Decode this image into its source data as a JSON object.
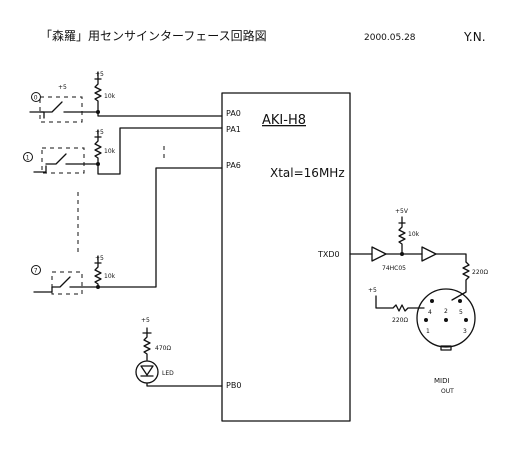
{
  "header": {
    "title": "「森羅」用センサインターフェース回路図",
    "date": "2000.05.28",
    "author": "Y.N."
  },
  "mcu": {
    "name": "AKI-H8",
    "crystal": "Xtal=16MHz",
    "pins": {
      "pa0": "PA0",
      "pa1": "PA1",
      "pa6": "PA6",
      "pb0": "PB0",
      "tx": "TXD0"
    }
  },
  "sensors": {
    "sensor_0": {
      "number": "0",
      "supply": "+5",
      "resistor": "10k"
    },
    "sensor_1": {
      "number": "1",
      "supply": "+5",
      "resistor": "10k"
    },
    "sensor_7": {
      "number": "7",
      "supply": "+5",
      "resistor": "10k"
    }
  },
  "led": {
    "supply": "+5",
    "resistor": "470Ω",
    "label": "LED"
  },
  "midi": {
    "buffer": "74HC05",
    "supply": "+5V",
    "pullup": "10k",
    "resistor_top": "220Ω",
    "resistor_left": "220Ω",
    "supply_left": "+5",
    "pin_1": "1",
    "pin_2": "2",
    "pin_3": "3",
    "pin_4": "4",
    "pin_5": "5",
    "label": "MIDI",
    "sublabel": "OUT"
  }
}
